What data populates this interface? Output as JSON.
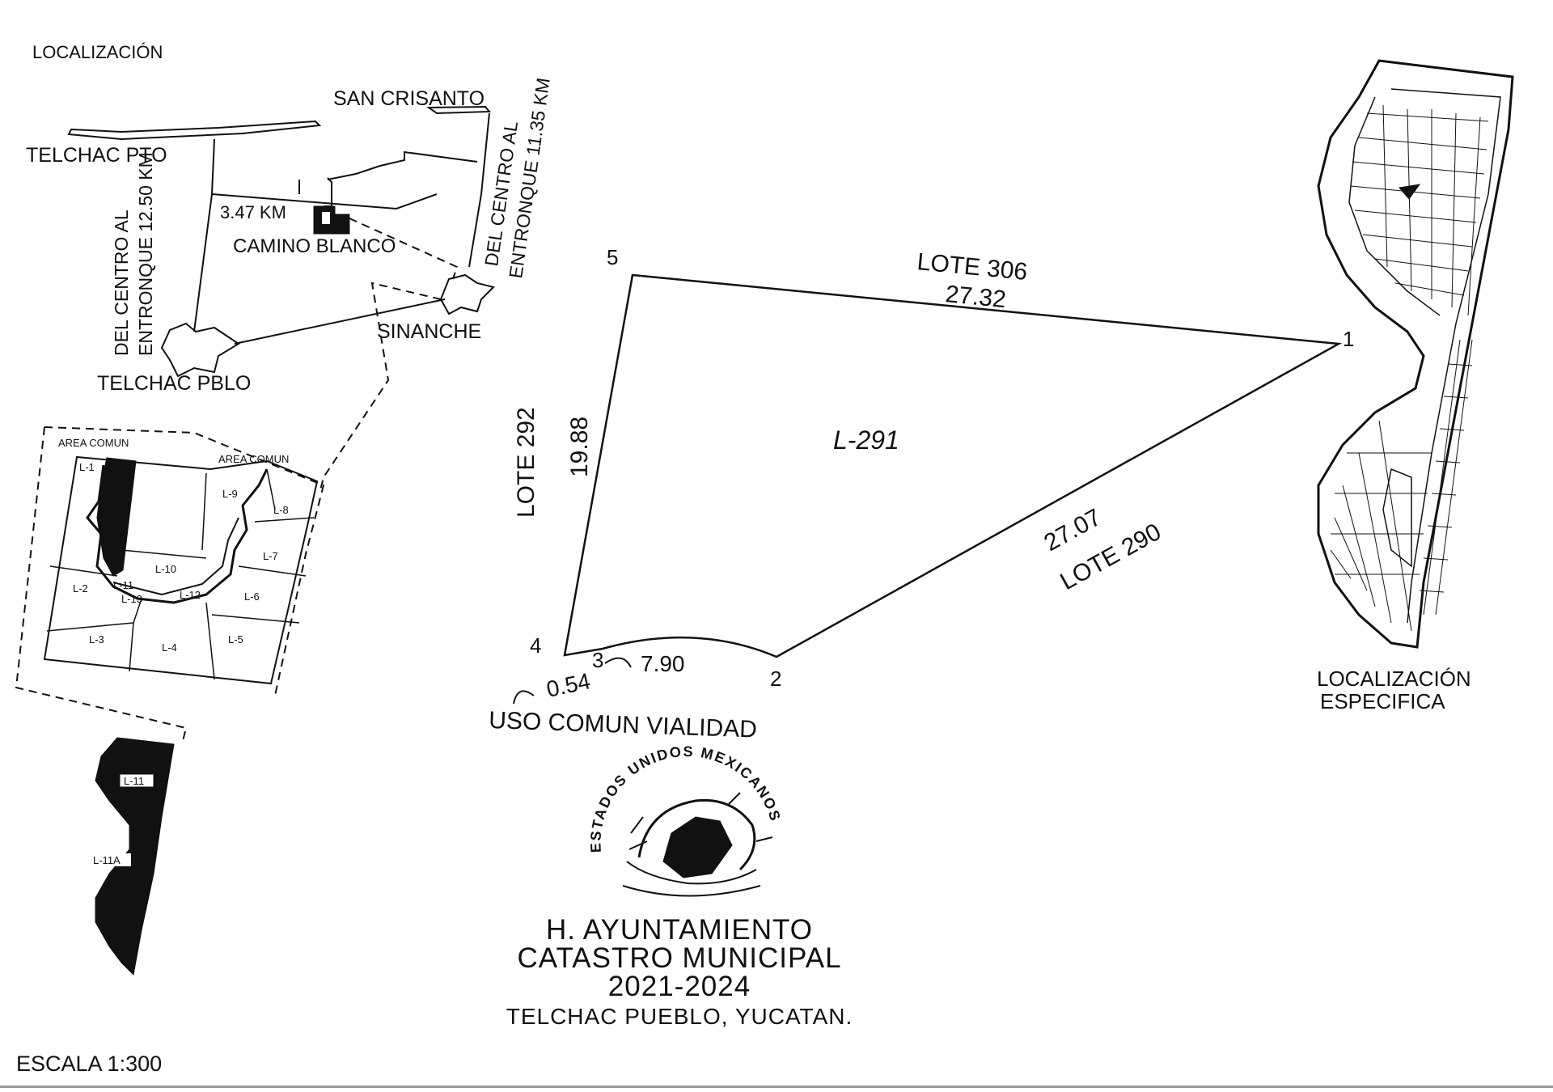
{
  "locator": {
    "title": "LOCALIZACIÓN",
    "places": {
      "telchac_pto": "TELCHAC PTO",
      "san_crisanto": "SAN CRISANTO",
      "camino_blanco": "CAMINO BLANCO",
      "sinanche": "SINANCHE",
      "telchac_pblo": "TELCHAC PBLO"
    },
    "distance_km": "3.47 KM",
    "road_left_1": "DEL CENTRO AL",
    "road_left_2": "ENTRONQUE 12.50 KM",
    "road_right_1": "DEL CENTRO AL",
    "road_right_2": "ENTRONQUE 11.35 KM",
    "subdivision": {
      "area_comun_1": "AREA COMUN",
      "area_comun_2": "AREA COMUN",
      "lots": [
        "L-1",
        "L-2",
        "L-3",
        "L-4",
        "L-5",
        "L-6",
        "L-7",
        "L-8",
        "L-9",
        "L-10",
        "L-11",
        "L-12",
        "L-13"
      ],
      "detail_lot_1": "L-11",
      "detail_lot_2": "L-11A"
    }
  },
  "lot": {
    "id": "L-291",
    "vertices": [
      "1",
      "2",
      "3",
      "4",
      "5"
    ],
    "north": {
      "neighbor": "LOTE 306",
      "length": "27.32"
    },
    "west": {
      "neighbor": "LOTE 292",
      "length": "19.88"
    },
    "southeast": {
      "neighbor": "LOTE 290",
      "length": "27.07"
    },
    "south_1": "7.90",
    "south_2": "0.54",
    "south_label": "USO COMUN VIALIDAD"
  },
  "specific_location": {
    "line1": "LOCALIZACIÓN",
    "line2": "ESPECIFICA"
  },
  "seal": {
    "ring_text": "ESTADOS UNIDOS MEXICANOS",
    "line1": "H. AYUNTAMIENTO",
    "line2": "CATASTRO MUNICIPAL",
    "line3": "2021-2024",
    "line4": "TELCHAC PUEBLO, YUCATAN."
  },
  "scale": "ESCALA 1:300"
}
